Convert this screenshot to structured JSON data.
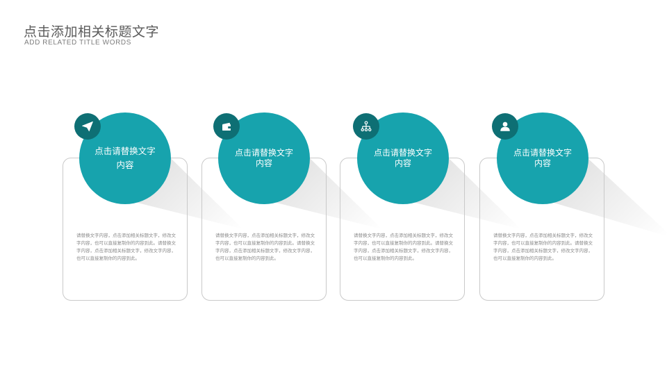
{
  "header": {
    "title": "点击添加相关标题文字",
    "subtitle": "ADD RELATED TITLE WORDS"
  },
  "colors": {
    "accent": "#17a3ad",
    "badge": "#0e6f74",
    "card_border": "#c9c9c9",
    "body_text": "#8a8a8a"
  },
  "items": [
    {
      "icon": "paper-plane-icon",
      "heading": "点击请替换文字内容",
      "body": "请替换文字内容，点击添加相关标题文字，修改文字内容，也可以直接复制你的内容到此。请替换文字内容，点击添加相关标题文字，修改文字内容，也可以直接复制你的内容到此。"
    },
    {
      "icon": "wallet-icon",
      "heading": "点击请替换文字内容",
      "body": "请替换文字内容，点击添加相关标题文字，修改文字内容，也可以直接复制你的内容到此。请替换文字内容，点击添加相关标题文字，修改文字内容，也可以直接复制你的内容到此。"
    },
    {
      "icon": "hierarchy-icon",
      "heading": "点击请替换文字内容",
      "body": "请替换文字内容，点击添加相关标题文字，修改文字内容，也可以直接复制你的内容到此。请替换文字内容，点击添加相关标题文字，修改文字内容，也可以直接复制你的内容到此。"
    },
    {
      "icon": "user-icon",
      "heading": "点击请替换文字内容",
      "body": "请替换文字内容，点击添加相关标题文字，修改文字内容，也可以直接复制你的内容到此。请替换文字内容，点击添加相关标题文字，修改文字内容，也可以直接复制你的内容到此。"
    }
  ]
}
